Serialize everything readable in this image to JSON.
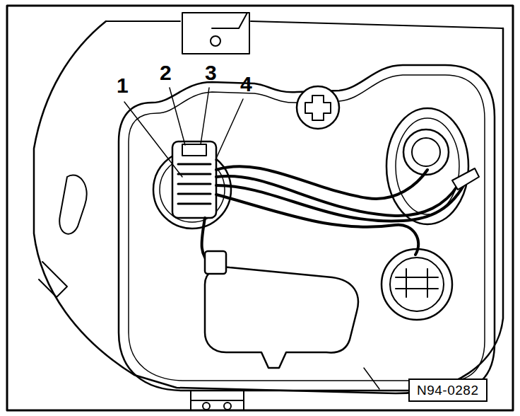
{
  "diagram": {
    "nodes": [
      {
        "text": [
          "N94-0282"
        ]
      }
    ],
    "labels": [
      "1",
      "2",
      "3",
      "4"
    ]
  }
}
